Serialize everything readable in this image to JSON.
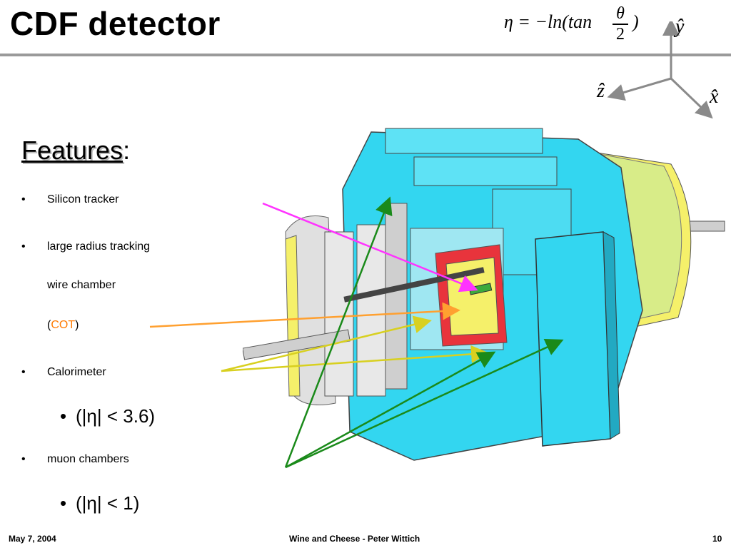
{
  "slide": {
    "title": "CDF detector",
    "formula": {
      "lhs": "η = −ln(tan",
      "num": "θ",
      "den": "2",
      "close": ")"
    },
    "axes": {
      "y": "ŷ",
      "z": "ẑ",
      "x": "x̂"
    },
    "features_label": "Features",
    "features_colon": ":",
    "bullets": {
      "silicon": "Silicon tracker",
      "tracking_l1": "large radius tracking",
      "tracking_l2": "wire chamber",
      "cot_open": "(",
      "cot": "COT",
      "cot_close": ")",
      "calorimeter": "Calorimeter",
      "cal_eta": "(|η| < 3.6)",
      "muon": "muon chambers",
      "muon_eta": "(|η| < 1)"
    },
    "footer": {
      "date": "May 7, 2004",
      "center": "Wine and Cheese - Peter Wittich",
      "page": "10"
    },
    "colors": {
      "cyan": "#33d6f0",
      "yellow": "#f5f06a",
      "red": "#e8343c",
      "silicon_arrow": "#ff33ff",
      "cot_arrow": "#ffa030",
      "cal_arrow": "#d8d020",
      "muon_arrow": "#1a8a1a",
      "cot_text": "#ff7a00"
    }
  }
}
